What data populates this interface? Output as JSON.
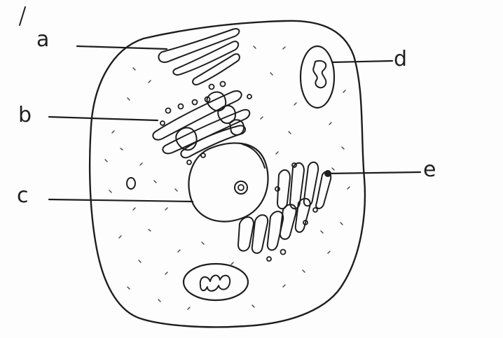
{
  "diagram": {
    "labels": [
      {
        "id": "a",
        "text": "a"
      },
      {
        "id": "b",
        "text": "b"
      },
      {
        "id": "c",
        "text": "c"
      },
      {
        "id": "d",
        "text": "d"
      },
      {
        "id": "e",
        "text": "e"
      }
    ]
  },
  "colors": {
    "ink": "#1e1e1e",
    "background": "#fdfdfd"
  }
}
